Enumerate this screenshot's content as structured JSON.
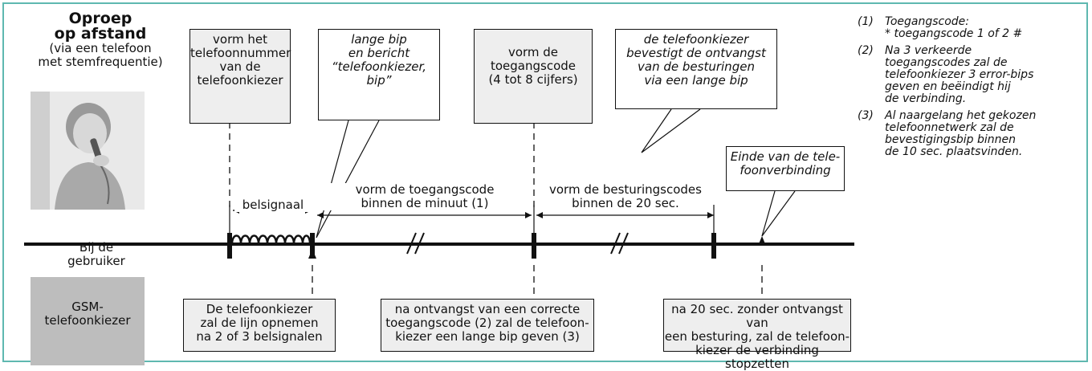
{
  "left_panel": {
    "title_line1": "Oproep",
    "title_line2": "op afstand",
    "subtitle_lines": [
      "(via een telefoon",
      "met stemfrequentie)"
    ],
    "user_label_lines": [
      "Bij de",
      "gebruiker"
    ],
    "gsm_label_lines": [
      "GSM-",
      "telefoonkiezer"
    ]
  },
  "top_boxes": [
    {
      "lines": [
        "vorm het",
        "telefoonnummer",
        "van de",
        "telefoonkiezer"
      ]
    },
    {
      "lines": [
        "lange bip",
        "en bericht",
        "“telefoonkiezer,",
        "bip”"
      ]
    },
    {
      "lines": [
        "vorm de",
        "toegangscode",
        "(4 tot 8 cijfers)"
      ]
    },
    {
      "lines": [
        "de telefoonkiezer",
        "bevestigt de ontvangst",
        "van de besturingen",
        "via een lange bip"
      ]
    }
  ],
  "timeline_labels": {
    "ring": "belsignaal",
    "dial_code": [
      "vorm de toegangscode",
      "binnen de minuut (1)"
    ],
    "dial_commands": [
      "vorm de besturingscodes",
      "binnen de 20 sec."
    ],
    "end": [
      "Einde van de tele-",
      "foonverbinding"
    ]
  },
  "bottom_boxes": [
    {
      "lines": [
        "De telefoonkiezer",
        "zal de lijn opnemen",
        "na 2 of 3 belsignalen"
      ]
    },
    {
      "lines": [
        "na ontvangst van een correcte",
        "toegangscode (2) zal de telefoon-",
        "kiezer een lange bip geven (3)"
      ]
    },
    {
      "lines": [
        "na 20 sec. zonder ontvangst van",
        "een besturing, zal de telefoon-",
        "kiezer de verbinding stopzetten"
      ]
    }
  ],
  "notes": [
    {
      "num": "(1)",
      "lines": [
        "Toegangscode:",
        "* toegangscode 1 of 2 #"
      ]
    },
    {
      "num": "(2)",
      "lines": [
        "Na 3 verkeerde",
        "toegangscodes zal de",
        "telefoonkiezer 3 error-bips",
        "geven en beëindigt hij",
        "de verbinding."
      ]
    },
    {
      "num": "(3)",
      "lines": [
        "Al naargelang het gekozen",
        "telefoonnetwerk zal de",
        "bevestigingsbip binnen",
        "de 10 sec. plaatsvinden."
      ]
    }
  ],
  "colors": {
    "frame": "#5fb8b0",
    "box_grey": "#eeeeee",
    "gsm_grey": "#bdbdbd",
    "line": "#111111"
  }
}
